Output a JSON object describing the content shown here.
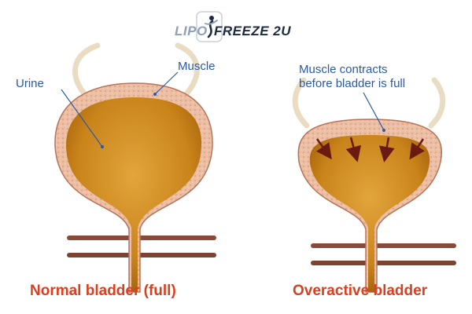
{
  "logo": {
    "part1": "LIPO",
    "part2": "FREEZE 2U"
  },
  "labels": {
    "urine": "Urine",
    "muscle": "Muscle",
    "contracts_line1": "Muscle contracts",
    "contracts_line2": "before bladder is full"
  },
  "captions": {
    "normal": "Normal bladder (full)",
    "overactive": "Overactive bladder"
  },
  "colors": {
    "urine": "#d08a17",
    "muscle": "#e9b89c",
    "label_blue": "#2a5aa8",
    "caption_red": "#d8401f",
    "arrow": "#6b1a12",
    "vessel": "#8a4a3a"
  }
}
